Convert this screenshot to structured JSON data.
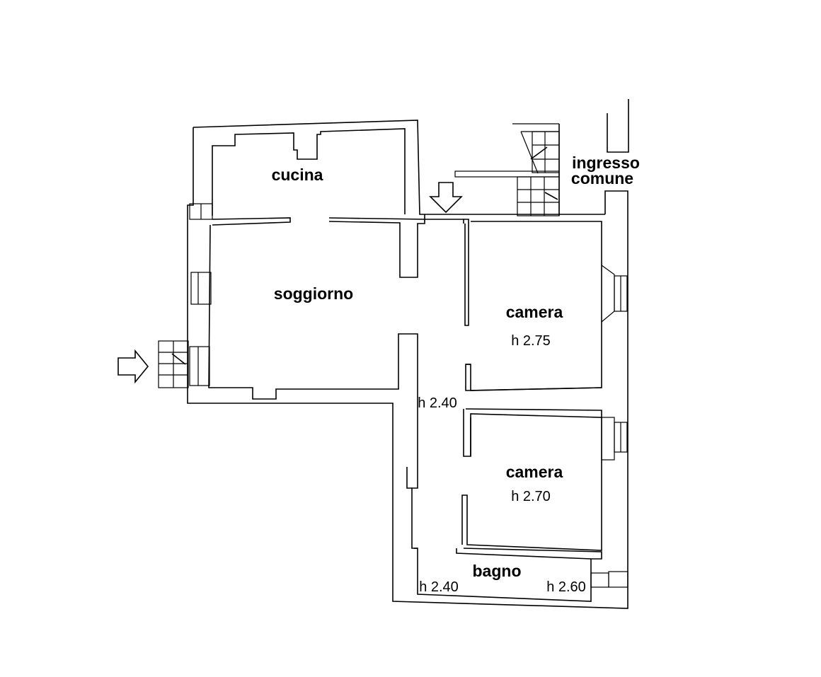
{
  "rooms": {
    "cucina": "cucina",
    "soggiorno": "soggiorno",
    "camera_1": "camera",
    "camera_2": "camera",
    "bagno": "bagno",
    "ingresso_line1": "ingresso",
    "ingresso_line2": "comune"
  },
  "heights": {
    "camera_1": "h 2.75",
    "camera_2": "h 2.70",
    "corridoio": "h 2.40",
    "bagno_left": "h 2.40",
    "bagno_right": "h 2.60"
  },
  "icons": [
    "entrance-arrow-icon",
    "entrance-arrow-icon",
    "staircase-icon",
    "staircase-icon",
    "window-icon"
  ]
}
